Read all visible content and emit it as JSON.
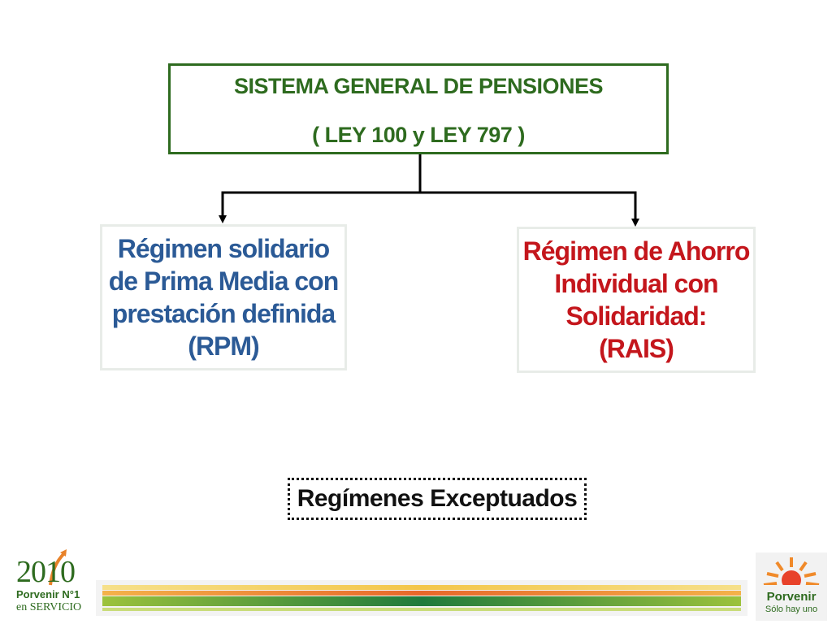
{
  "top_box": {
    "title": "SISTEMA GENERAL DE PENSIONES",
    "subtitle": "( LEY 100 y LEY 797 )"
  },
  "regimes": {
    "rpm": "Régimen solidario\nde Prima Media con\nprestación definida\n(RPM)",
    "rais": "Régimen de Ahorro\nIndividual con\nSolidaridad:\n(RAIS)"
  },
  "exceptions": "Regímenes Exceptuados",
  "footer": {
    "left_logo": {
      "year": "2010",
      "line1": "Porvenir N°1",
      "line2": "en SERVICIO"
    },
    "right_logo": {
      "brand": "Porvenir",
      "tagline": "Sólo hay uno"
    }
  },
  "colors": {
    "green": "#2e6b1f",
    "blue": "#2b5a96",
    "red": "#c4161c",
    "orange": "#e8822a"
  }
}
